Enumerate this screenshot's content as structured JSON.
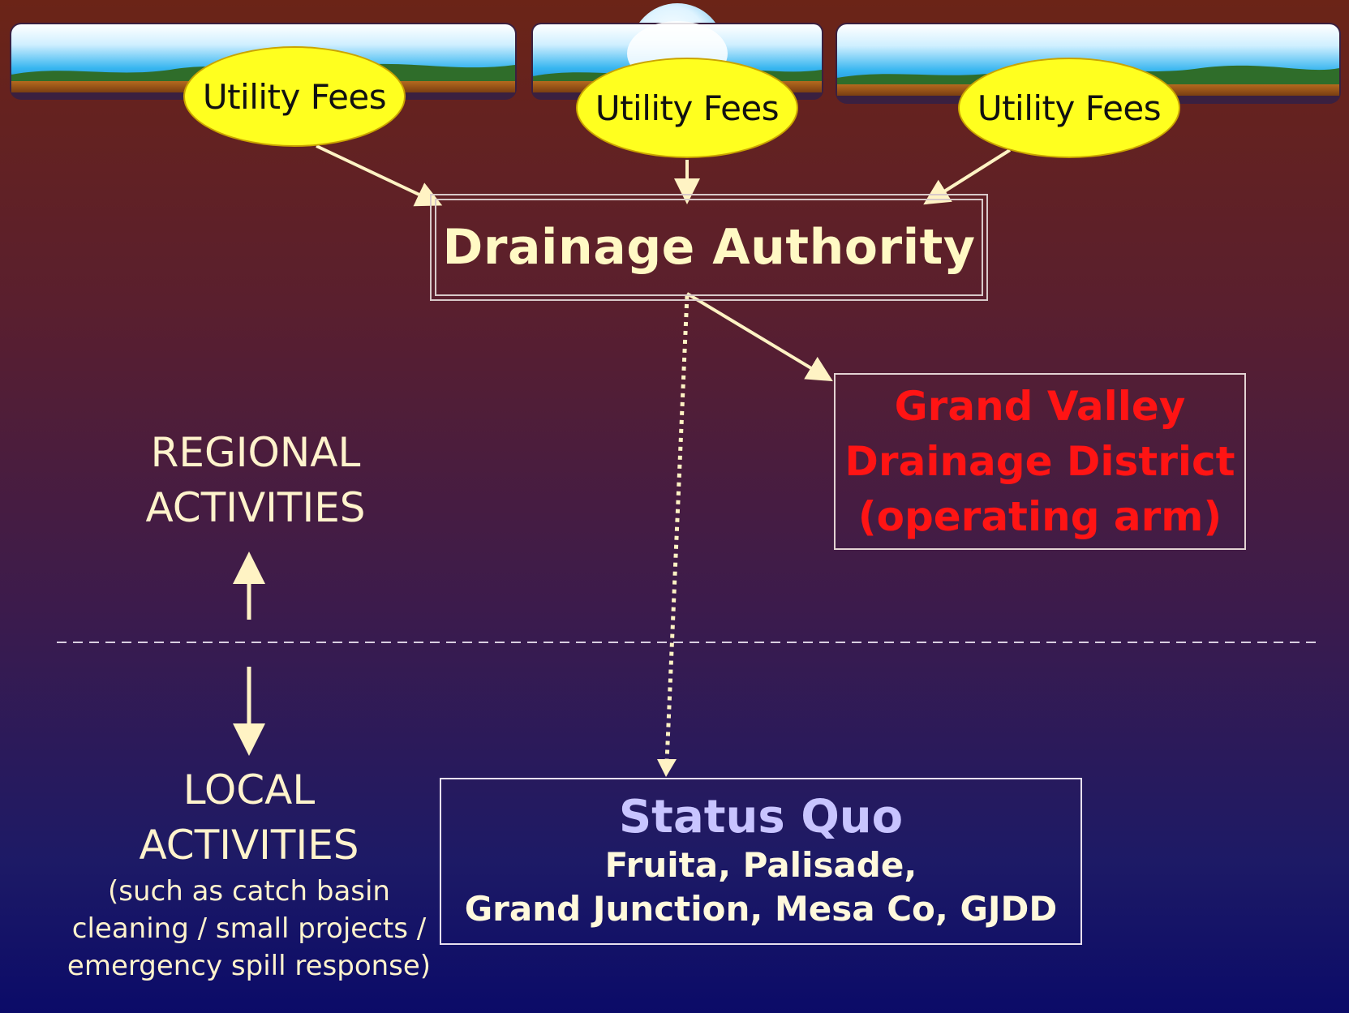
{
  "fee_nodes": [
    {
      "label": "Utility Fees"
    },
    {
      "label": "Utility Fees"
    },
    {
      "label": "Utility Fees"
    }
  ],
  "authority": {
    "label": "Drainage Authority"
  },
  "gvdd": {
    "lines": [
      "Grand Valley",
      "Drainage District",
      "(operating arm)"
    ]
  },
  "regional": {
    "lines": [
      "REGIONAL",
      "ACTIVITIES"
    ]
  },
  "local": {
    "lines": [
      "LOCAL",
      "ACTIVITIES"
    ],
    "note_lines": [
      "(such as catch basin",
      "cleaning / small projects /",
      "emergency spill response)"
    ]
  },
  "status_quo": {
    "title": "Status Quo",
    "lines": [
      "Fruita, Palisade,",
      "Grand Junction, Mesa Co, GJDD"
    ]
  },
  "colors": {
    "fee_fill": "#ffff1f",
    "authority_text": "#fff9c4",
    "gvdd_text": "#ff1414",
    "status_title": "#c8c4ff",
    "arrow": "#fff3c4"
  }
}
